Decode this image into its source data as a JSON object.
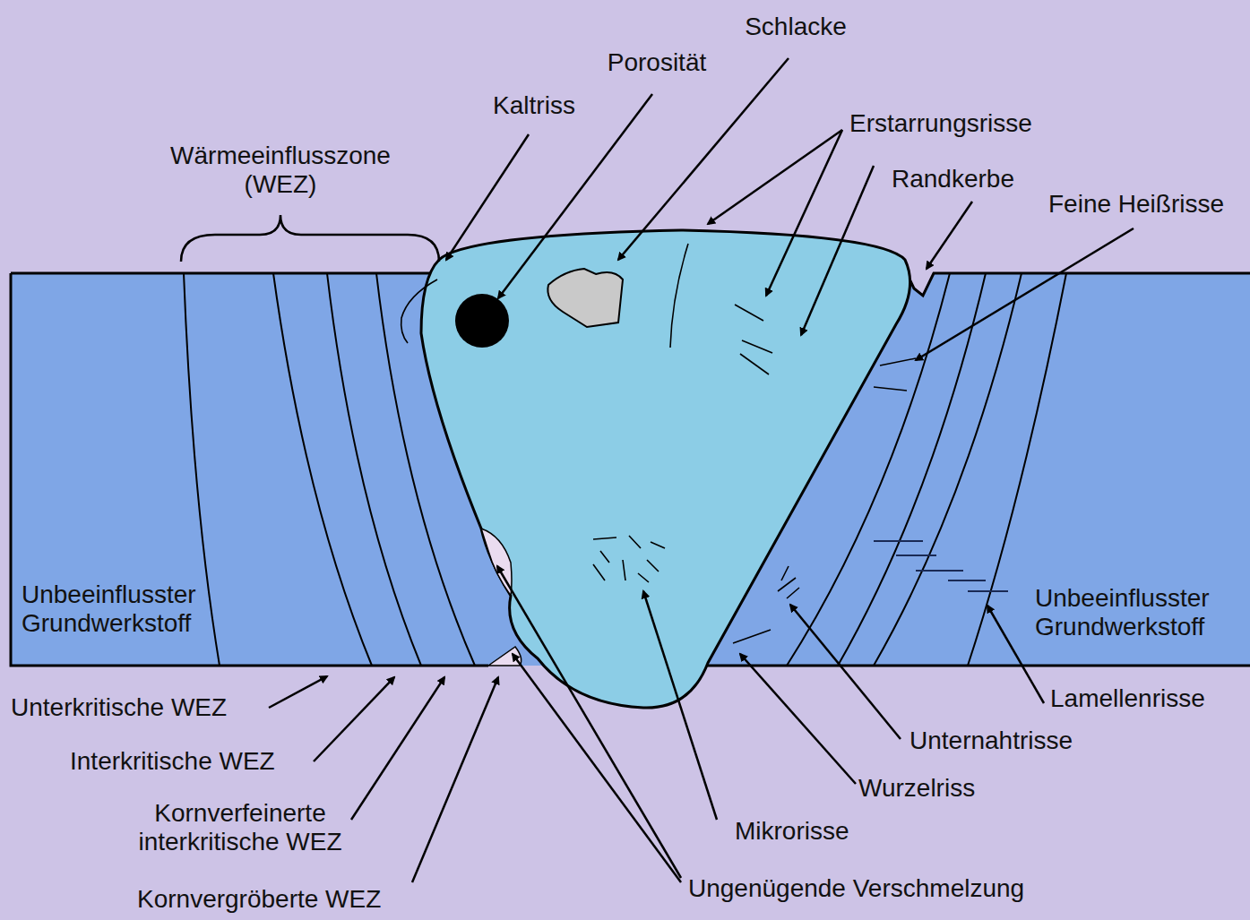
{
  "diagram": {
    "labels": [
      "Schlacke",
      "Porosität",
      "Kaltriss",
      "Erstarrungsrisse",
      "Wärmeeinflusszone (WEZ)",
      "Randkerbe",
      "Feine Heißrisse",
      "Unbeeinflusster Grundwerkstoff",
      "Unbeeinflusster Grundwerkstoff",
      "Lamellenrisse",
      "Unterkritische WEZ",
      "Interkritische WEZ",
      "Unternahtrisse",
      "Wurzelriss",
      "Kornverfeinerte interkritische WEZ",
      "Mikrorisse",
      "Kornvergröberte WEZ",
      "Ungenügende Verschmelzung"
    ]
  }
}
